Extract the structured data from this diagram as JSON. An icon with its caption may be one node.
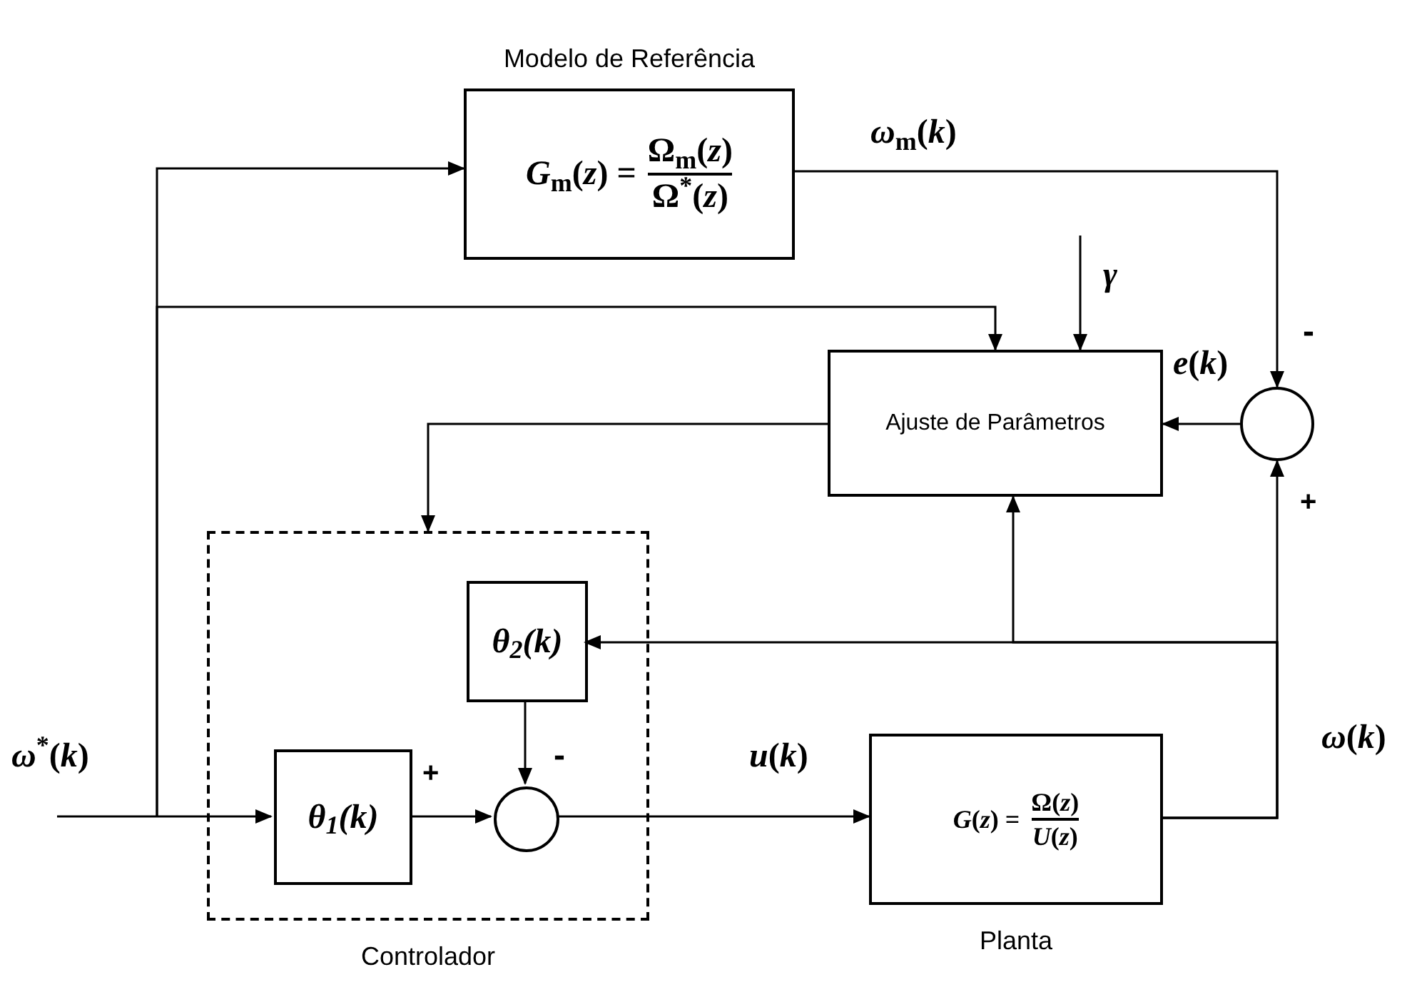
{
  "diagram": {
    "nodes": [
      {
        "text": [
          "Modelo de Referência",
          "*G*$_{m}$(*z*) =",
          "Ω$_{m}$(*z*)",
          "Ω$^{*}$(*z*)"
        ]
      },
      {
        "text": [
          "Ajuste de Parâmetros"
        ]
      },
      {
        "text": [],
        "shape": "circle"
      },
      {
        "text": [
          "Controlador"
        ]
      },
      {
        "text": [
          "*θ*$_{2}$(*k*)"
        ],
        "in": 3
      },
      {
        "text": [
          "*θ*$_{1}$(*k*)"
        ],
        "in": 3
      },
      {
        "text": [],
        "shape": "circle",
        "in": 3
      },
      {
        "text": [
          "Planta",
          "*G*(*z*) =",
          "Ω(*z*)",
          "*U*(*z*)"
        ]
      }
    ],
    "edges": [
      {
        "from": null,
        "to": 5,
        "arrow": "to"
      },
      {
        "from": null,
        "to": 0,
        "arrow": "to"
      },
      {
        "from": null,
        "to": 1,
        "arrow": "to"
      },
      {
        "from": 0,
        "to": 2,
        "arrow": "to"
      },
      {
        "from": null,
        "to": 1,
        "arrow": "to"
      },
      {
        "from": 2,
        "to": 1,
        "arrow": "to"
      },
      {
        "from": 1,
        "to": 3,
        "arrow": "to"
      },
      {
        "from": 5,
        "to": 6,
        "arrow": "to"
      },
      {
        "from": 4,
        "to": 6,
        "arrow": "to"
      },
      {
        "from": 6,
        "to": 7,
        "arrow": "to"
      },
      {
        "from": 7,
        "to": 2,
        "arrow": "to"
      },
      {
        "from": 7,
        "to": 4,
        "arrow": "to"
      },
      {
        "from": 7,
        "to": 1,
        "arrow": "to"
      }
    ],
    "labels": [
      "*ω*$_{m}$(*k*)",
      "*γ*",
      "*e*(*k*)",
      "-",
      "+",
      "*ω*$^{*}$(*k*)",
      "+",
      "-",
      "*u*(*k*)",
      "*ω*(*k*)"
    ]
  }
}
